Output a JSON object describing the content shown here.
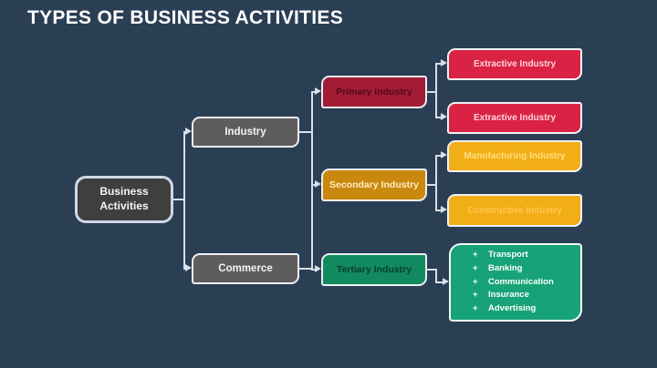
{
  "title": "TYPES OF BUSINESS ACTIVITIES",
  "palette": {
    "background": "#2a3e54",
    "connector": "#d7dfe9",
    "root_fill": "#403f3f",
    "level1_fill": "#5e5d5d",
    "primary_fill": "#a31c36",
    "extractive_fill": "#da2344",
    "secondary_fill": "#c9890e",
    "manufacturing_fill": "#f2ae17",
    "tertiary_fill": "#128a5f",
    "services_fill": "#17a377",
    "title_color": "#ffffff"
  },
  "diagram": {
    "root": {
      "label": "Business Activities"
    },
    "level1": [
      {
        "label": "Industry"
      },
      {
        "label": "Commerce"
      }
    ],
    "level2": [
      {
        "label": "Primary Industry"
      },
      {
        "label": "Secondary Industry"
      },
      {
        "label": "Tertiary Industry"
      }
    ],
    "level3": [
      {
        "label": "Extractive Industry"
      },
      {
        "label": "Extractive Industry"
      },
      {
        "label": "Manufacturing Industry"
      },
      {
        "label": "Constructive Industry"
      }
    ],
    "services": {
      "bullet": "+",
      "items": [
        "Transport",
        "Banking",
        "Communication",
        "Insurance",
        "Advertising"
      ]
    }
  }
}
